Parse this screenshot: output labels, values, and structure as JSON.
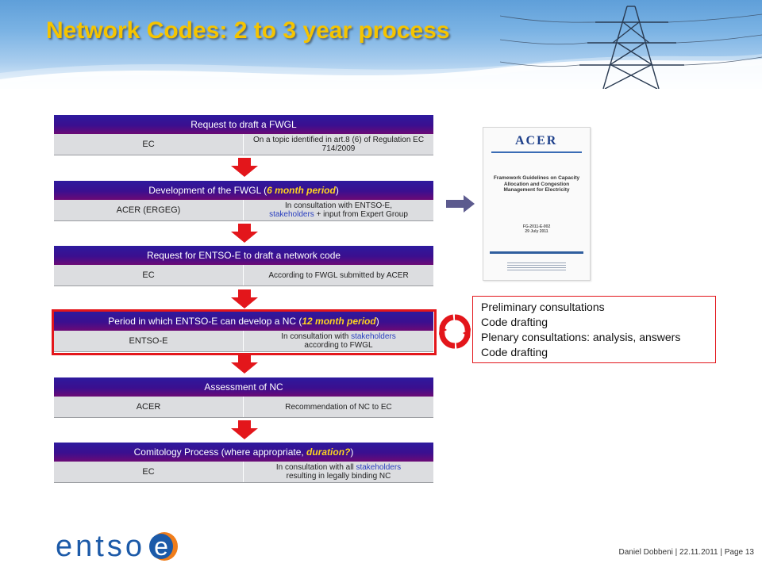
{
  "title": "Network Codes: 2 to 3 year process",
  "steps": [
    {
      "head": "Request to draft a FWGL",
      "left": "EC",
      "right": "On a topic identified in art.8 (6) of Regulation EC 714/2009"
    },
    {
      "head_before": "Development of the  FWGL (",
      "head_highlight": "6 month period",
      "head_after": ")",
      "left": "ACER (ERGEG)",
      "right_before": "In consultation with ENTSO-E,",
      "right_blue": "stakeholders",
      "right_after": " + input from Expert Group"
    },
    {
      "head": "Request for ENTSO-E to draft a network code",
      "left": "EC",
      "right": "According to FWGL submitted by ACER"
    },
    {
      "head_before": "Period in which ENTSO-E can develop a NC (",
      "head_highlight": "12 month period",
      "head_after": ")",
      "left": "ENTSO-E",
      "right_before": "In consultation with ",
      "right_blue": "stakeholders",
      "right_after": "according to FWGL"
    },
    {
      "head": "Assessment of NC",
      "left": "ACER",
      "right": "Recommendation of NC to EC"
    },
    {
      "head_before": "Comitology  Process (where appropriate, ",
      "head_highlight": "duration?",
      "head_after": ")",
      "left": "EC",
      "right_before": "In consultation with all ",
      "right_blue": "stakeholders",
      "right_after": "resulting in legally binding NC"
    }
  ],
  "process_list": [
    "Preliminary consultations",
    "Code drafting",
    "Plenary consultations: analysis, answers",
    "Code drafting"
  ],
  "document": {
    "logo": "ACER",
    "title": "Framework Guidelines on Capacity Allocation and Congestion Management for Electricity",
    "id_line1": "FG-2011-E-002",
    "id_line2": "29 July 2011"
  },
  "footer": {
    "logo_text": "entso",
    "logo_e": "e",
    "credit": "Daniel Dobbeni | 22.11.2011 | Page 13"
  },
  "colors": {
    "title": "#f5c400",
    "step_header": "#3b0f8f",
    "arrow": "#e3161b",
    "highlight": "#ffd21f",
    "link": "#2a3fbf",
    "logo": "#1c5aa8",
    "logo_badge": "#f07d1a"
  },
  "icons": [
    "down-arrow-icon",
    "right-arrow-icon",
    "cycle-icon",
    "power-pylon-image",
    "acer-document-thumbnail"
  ]
}
